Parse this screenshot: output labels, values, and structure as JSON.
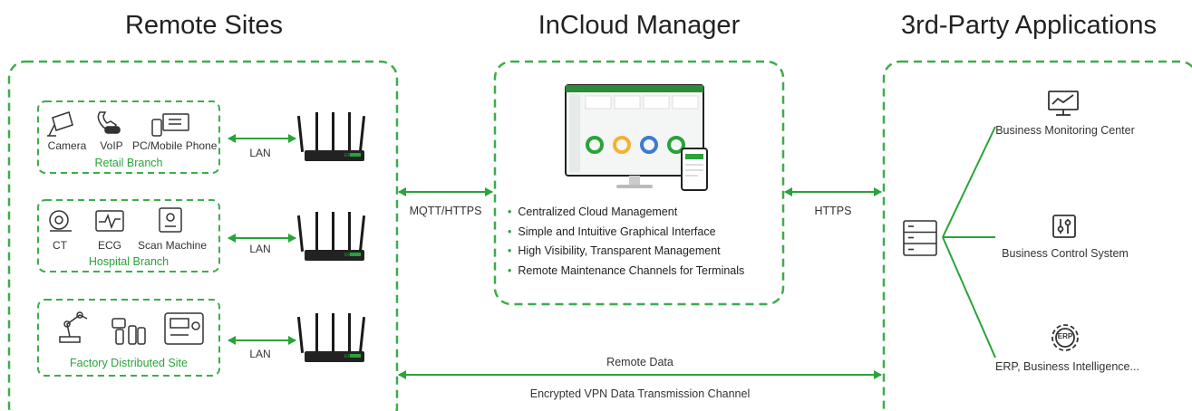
{
  "titles": {
    "remote_sites": "Remote Sites",
    "incloud_manager": "InCloud Manager",
    "third_party": "3rd-Party Applications"
  },
  "branches": [
    {
      "name": "Retail Branch",
      "devices": [
        "Camera",
        "VoIP",
        "PC/Mobile Phone"
      ],
      "link": "LAN"
    },
    {
      "name": "Hospital Branch",
      "devices": [
        "CT",
        "ECG",
        "Scan Machine"
      ],
      "link": "LAN"
    },
    {
      "name": "Factory Distributed Site",
      "devices": [],
      "link": "LAN"
    }
  ],
  "router_label": "ER805",
  "connections": {
    "mqtt": "MQTT/HTTPS",
    "https": "HTTPS",
    "remote_data": "Remote Data",
    "vpn": "Encrypted VPN Data Transmission Channel"
  },
  "features": [
    "Centralized Cloud Management",
    "Simple and Intuitive Graphical Interface",
    "High Visibility, Transparent Management",
    "Remote Maintenance Channels for Terminals"
  ],
  "applications": [
    {
      "label": "Business Monitoring Center",
      "icon": "monitor-chart-icon"
    },
    {
      "label": "Business Control System",
      "icon": "control-sliders-icon"
    },
    {
      "label": "ERP, Business Intelligence...",
      "icon": "erp-gear-icon",
      "icon_text": "ERP"
    }
  ],
  "colors": {
    "accent": "#29a33a",
    "dashed_border": "#3dad4a",
    "text": "#333333"
  }
}
